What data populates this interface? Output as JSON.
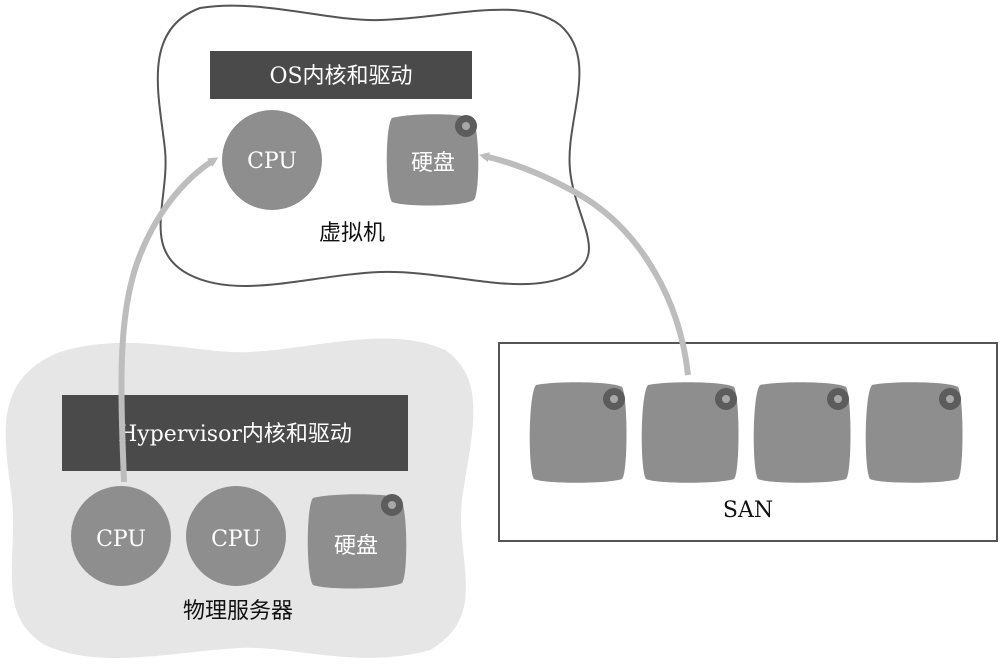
{
  "vm": {
    "label": "虚拟机",
    "os_bar_label": "OS内核和驱动",
    "cpu_label": "CPU",
    "disk_label": "硬盘"
  },
  "physical": {
    "label": "物理服务器",
    "hypervisor_bar_label": "Hypervisor内核和驱动",
    "cpus": [
      {
        "label": "CPU"
      },
      {
        "label": "CPU"
      }
    ],
    "disk_label": "硬盘"
  },
  "san": {
    "label": "SAN",
    "disk_count": 4
  },
  "colors": {
    "bar": "#4a4a4a",
    "component": "#8e8e8e",
    "physical_fill": "#e6e6e6",
    "outline": "#555555",
    "arrow": "#bdbdbd",
    "text_light": "#ffffff",
    "text_dark": "#111111"
  }
}
